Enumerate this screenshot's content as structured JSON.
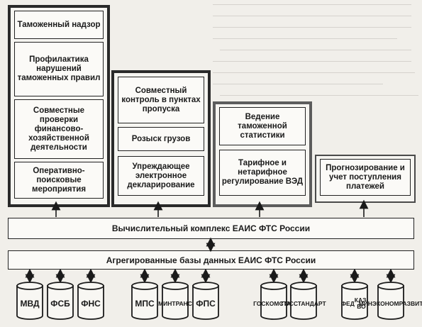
{
  "columns": [
    {
      "id": "col1",
      "cells": [
        "Таможенный надзор",
        "Профилактика нарушений таможенных правил",
        "Совместные проверки финансово-хозяйственной деятельности",
        "Оперативно-поисковые мероприятия"
      ]
    },
    {
      "id": "col2",
      "cells": [
        "Совместный контроль в пунктах пропуска",
        "Розыск грузов",
        "Упреждающее электронное декларирование"
      ]
    },
    {
      "id": "col3",
      "cells": [
        "Ведение таможенной статистики",
        "Тарифное и нетарифное регулирование ВЭД"
      ]
    },
    {
      "id": "col4",
      "cells": [
        "Прогнозирование и учет поступления платежей"
      ]
    }
  ],
  "complex_label": "Вычислительный комплекс ЕАИС ФТС России",
  "db_label": "Агрегированные базы данных ЕАИС ФТС России",
  "sources": [
    [
      "МВД"
    ],
    [
      "ФСБ"
    ],
    [
      "ФНС"
    ],
    [
      "МПС"
    ],
    [
      "МИН",
      "ТРАНС"
    ],
    [
      "ФПС"
    ],
    [
      "ГОС",
      "КОМ",
      "СТАТ"
    ],
    [
      "ГОС",
      "СТАН",
      "ДАРТ"
    ],
    [
      "ФЕД",
      "КАЗ-ВО"
    ],
    [
      "МИН",
      "ЭКОНОМ",
      "РАЗВИТ"
    ]
  ]
}
